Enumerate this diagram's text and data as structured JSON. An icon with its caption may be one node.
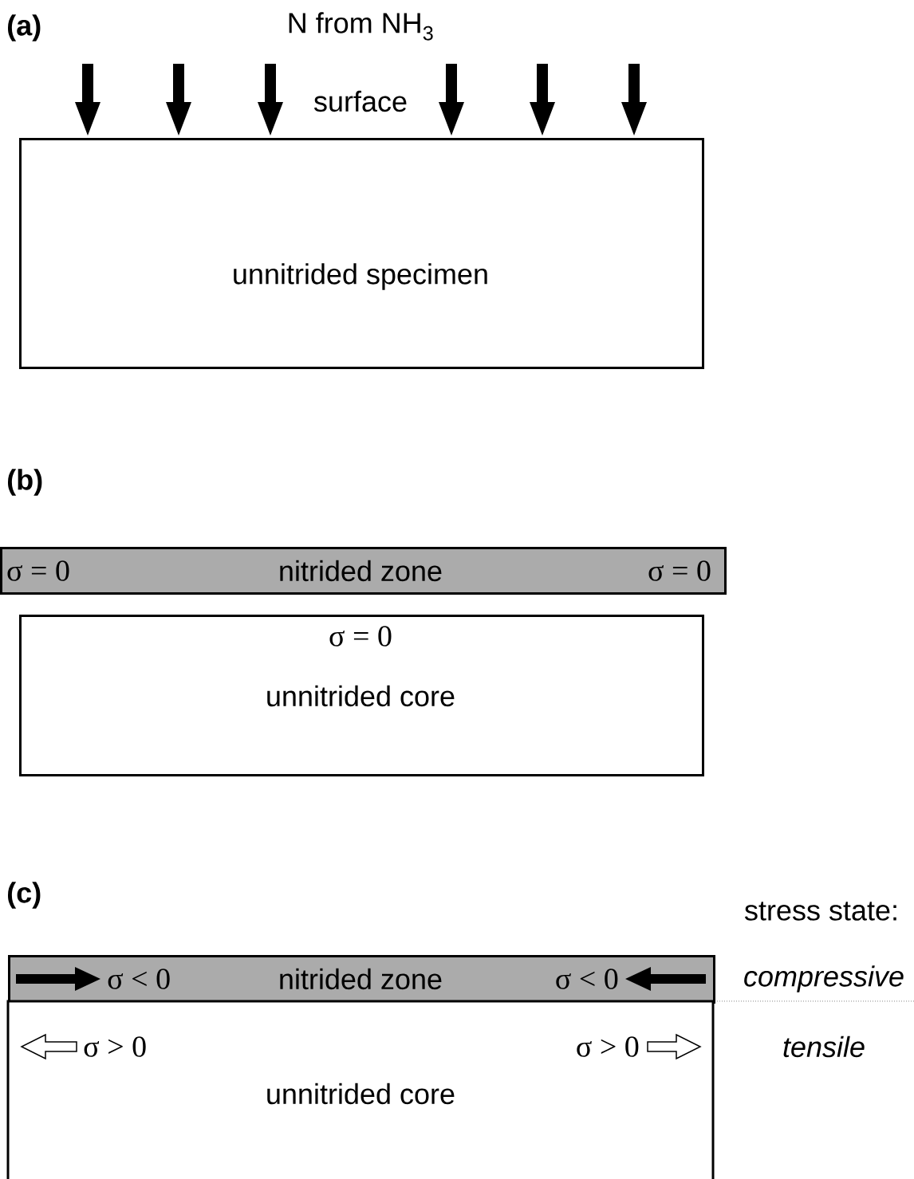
{
  "diagram": {
    "nodes": [
      {
        "text": [
          "unnitrided specimen"
        ]
      },
      {
        "text": [
          "σ = 0",
          "nitrided zone",
          "σ = 0"
        ]
      },
      {
        "text": [
          "σ = 0",
          "unnitrided core"
        ]
      },
      {
        "text": [
          "σ < 0",
          "nitrided zone",
          "σ < 0"
        ]
      },
      {
        "text": [
          "σ > 0",
          "σ > 0",
          "unnitrided core"
        ]
      }
    ],
    "labels": [
      "(a)",
      "N from NH$_{3}$",
      "surface",
      "(b)",
      "(c)",
      "stress state:",
      "compressive",
      "tensile"
    ]
  }
}
